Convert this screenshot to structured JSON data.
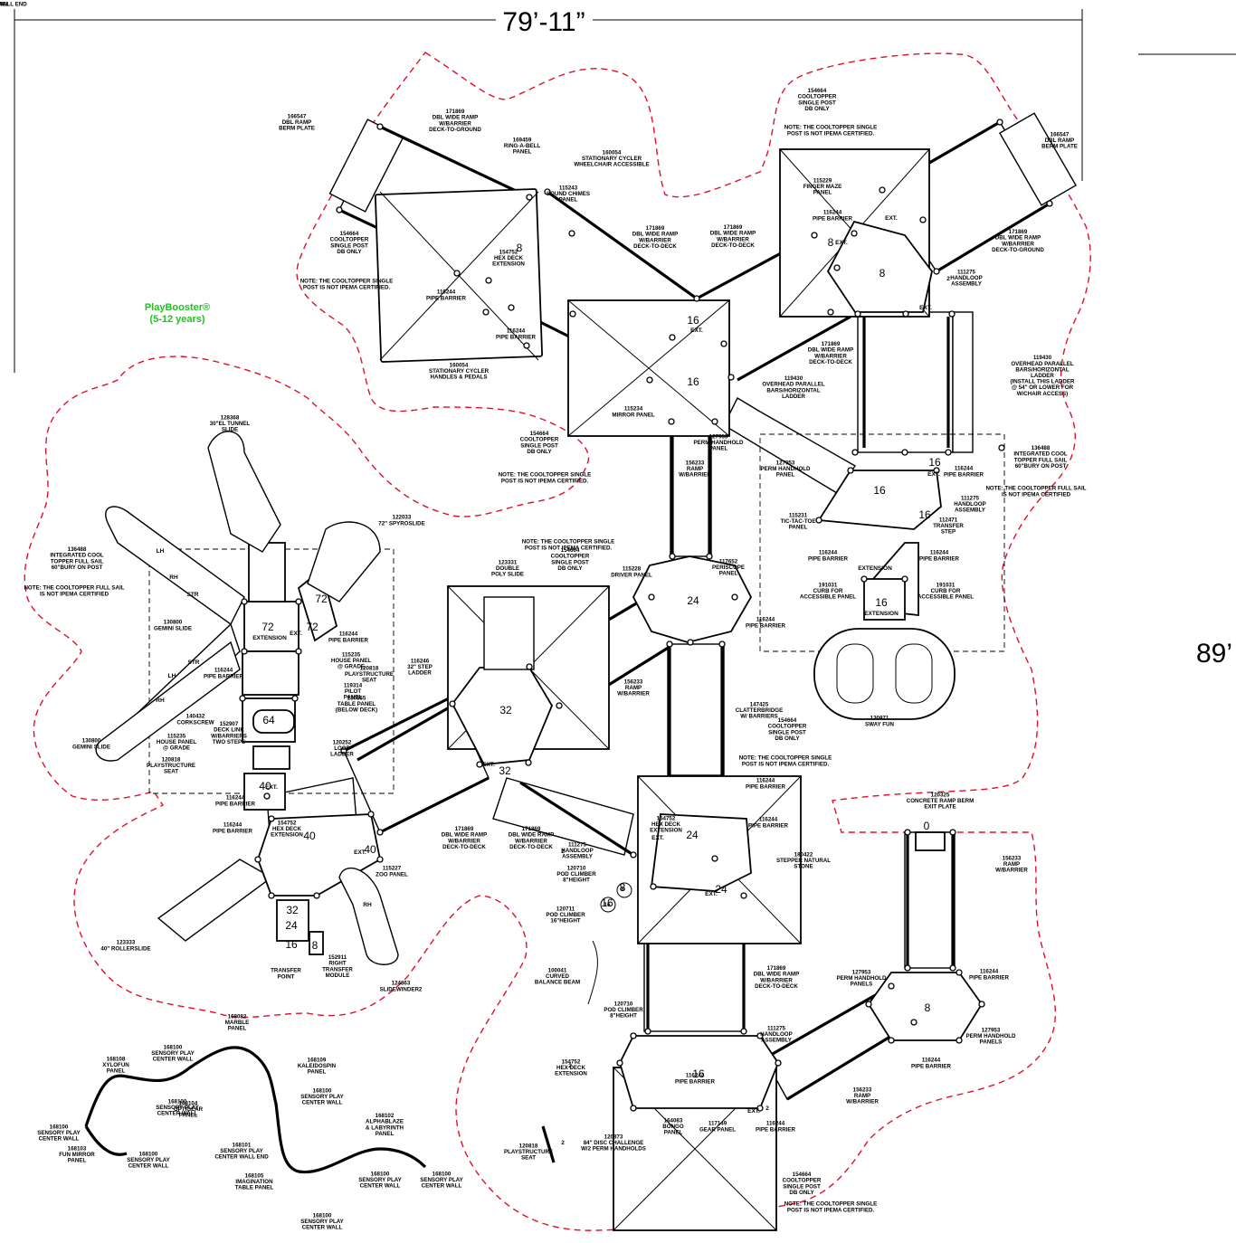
{
  "dimensions": {
    "width": "79’-11”",
    "height": "89’"
  },
  "brand": {
    "line1": "PlayBooster®",
    "line2": "(5-12 years)"
  },
  "decks": [
    {
      "height": "8"
    },
    {
      "height": "8"
    },
    {
      "height": "8"
    },
    {
      "height": "16"
    },
    {
      "height": "16"
    },
    {
      "height": "16"
    },
    {
      "height": "16"
    },
    {
      "height": "16"
    },
    {
      "height": "24"
    },
    {
      "height": "24"
    },
    {
      "height": "24"
    },
    {
      "height": "32"
    },
    {
      "height": "32"
    },
    {
      "height": "40"
    },
    {
      "height": "40"
    },
    {
      "height": "40"
    },
    {
      "height": "72"
    },
    {
      "height": "72"
    },
    {
      "height": "72"
    },
    {
      "height": "64"
    },
    {
      "height": "16"
    },
    {
      "height": "8"
    },
    {
      "height": "0"
    },
    {
      "height": "16"
    },
    {
      "height": "32"
    },
    {
      "height": "24"
    },
    {
      "height": "16"
    },
    {
      "height": "8"
    },
    {
      "height": "8"
    },
    {
      "height": "16"
    }
  ],
  "labels": [
    {
      "lines": [
        "166547",
        "DBL RAMP",
        "BERM PLATE"
      ]
    },
    {
      "lines": [
        "171869",
        "DBL WIDE RAMP",
        "W/BARRIER",
        "DECK-TO-GROUND"
      ]
    },
    {
      "lines": [
        "169459",
        "RING-A-BELL",
        "PANEL"
      ]
    },
    {
      "lines": [
        "160054",
        "STATIONARY CYCLER",
        "WHEELCHAIR ACCESSIBLE"
      ]
    },
    {
      "lines": [
        "115243",
        "SOUND CHIMES",
        "PANEL"
      ]
    },
    {
      "lines": [
        "154752",
        "HEX DECK",
        "EXTENSION"
      ]
    },
    {
      "lines": [
        "154664",
        "COOLTOPPER",
        "SINGLE POST",
        "DB ONLY"
      ]
    },
    {
      "lines": [
        "NOTE: THE COOLTOPPER SINGLE",
        "POST IS NOT IPEMA CERTIFIED."
      ]
    },
    {
      "lines": [
        "116244",
        "PIPE BARRIER"
      ]
    },
    {
      "lines": [
        "116244",
        "PIPE BARRIER"
      ]
    },
    {
      "lines": [
        "160054",
        "STATIONARY CYCLER",
        "HANDLES & PEDALS"
      ]
    },
    {
      "lines": [
        "171869",
        "DBL WIDE RAMP",
        "W/BARRIER",
        "DECK-TO-DECK"
      ]
    },
    {
      "lines": [
        "171869",
        "DBL WIDE RAMP",
        "W/BARRIER",
        "DECK-TO-DECK"
      ]
    },
    {
      "lines": [
        "154664",
        "COOLTOPPER",
        "SINGLE POST",
        "DB ONLY"
      ]
    },
    {
      "lines": [
        "NOTE: THE COOLTOPPER SINGLE",
        "POST IS NOT IPEMA CERTIFIED."
      ]
    },
    {
      "lines": [
        "115229",
        "FINGER MAZE",
        "PANEL"
      ]
    },
    {
      "lines": [
        "116244",
        "PIPE BARRIER"
      ]
    },
    {
      "lines": [
        "166547",
        "DBL RAMP",
        "BERM PLATE"
      ]
    },
    {
      "lines": [
        "171869",
        "DBL WIDE RAMP",
        "W/BARRIER",
        "DECK-TO-GROUND"
      ]
    },
    {
      "lines": [
        "111275",
        "HANDLOOP",
        "ASSEMBLY"
      ]
    },
    {
      "lines": [
        "119430",
        "OVERHEAD PARALLEL",
        "BARS/HORIZONTAL",
        "LADDER",
        "(INSTALL THIS LADDER",
        "@ 54\" OR LOWER FOR",
        "W/CHAIR ACCESS)"
      ]
    },
    {
      "lines": [
        "171869",
        "DBL WIDE RAMP",
        "W/BARRIER",
        "DECK-TO-DECK"
      ]
    },
    {
      "lines": [
        "119430",
        "OVERHEAD PARALLEL",
        "BARS/HORIZONTAL",
        "LADDER"
      ]
    },
    {
      "lines": [
        "115234",
        "MIRROR PANEL"
      ]
    },
    {
      "lines": [
        "154664",
        "COOLTOPPER",
        "SINGLE POST",
        "DB ONLY"
      ]
    },
    {
      "lines": [
        "NOTE: THE COOLTOPPER SINGLE",
        "POST IS NOT IPEMA CERTIFIED."
      ]
    },
    {
      "lines": [
        "127953",
        "PERM HANDHOLD",
        "PANEL"
      ]
    },
    {
      "lines": [
        "127953",
        "PERM HANDHOLD",
        "PANEL"
      ]
    },
    {
      "lines": [
        "156233",
        "RAMP",
        "W/BARRIER"
      ]
    },
    {
      "lines": [
        "136488",
        "INTEGRATED COOL",
        "TOPPER FULL SAIL",
        "60\"BURY ON POST"
      ]
    },
    {
      "lines": [
        "NOTE: THE COOLTOPPER FULL SAIL",
        "IS NOT IPEMA CERTIFIED"
      ]
    },
    {
      "lines": [
        "116244",
        "PIPE BARRIER"
      ]
    },
    {
      "lines": [
        "111275",
        "HANDLOOP",
        "ASSEMBLY"
      ]
    },
    {
      "lines": [
        "115231",
        "TIC-TAC-TOE",
        "PANEL"
      ]
    },
    {
      "lines": [
        "112471",
        "TRANSFER",
        "STEP"
      ]
    },
    {
      "lines": [
        "116244",
        "PIPE BARRIER"
      ]
    },
    {
      "lines": [
        "116244",
        "PIPE BARRIER"
      ]
    },
    {
      "lines": [
        "191031",
        "CURB FOR",
        "ACCESSIBLE PANEL"
      ]
    },
    {
      "lines": [
        "191031",
        "CURB FOR",
        "ACCESSIBLE PANEL"
      ]
    },
    {
      "lines": [
        "130971",
        "SWAY FUN"
      ]
    },
    {
      "lines": [
        "128368",
        "30\"EL TUNNEL",
        "SLIDE"
      ]
    },
    {
      "lines": [
        "122033",
        "72\" SPYROSLIDE"
      ]
    },
    {
      "lines": [
        "136488",
        "INTEGRATED COOL",
        "TOPPER FULL SAIL",
        "60\"BURY ON POST"
      ]
    },
    {
      "lines": [
        "NOTE: THE COOLTOPPER FULL SAIL",
        "IS NOT IPEMA CERTIFIED"
      ]
    },
    {
      "lines": [
        "130800",
        "GEMINI SLIDE"
      ]
    },
    {
      "lines": [
        "NOTE: THE COOLTOPPER SINGLE",
        "POST IS NOT IPEMA CERTIFIED."
      ]
    },
    {
      "lines": [
        "154664",
        "COOLTOPPER",
        "SINGLE POST",
        "DB ONLY"
      ]
    },
    {
      "lines": [
        "115228",
        "DRIVER PANEL"
      ]
    },
    {
      "lines": [
        "123331",
        "DOUBLE",
        "POLY SLIDE"
      ]
    },
    {
      "lines": [
        "117652",
        "PERISCOPE",
        "PANEL"
      ]
    },
    {
      "lines": [
        "116244",
        "PIPE BARRIER"
      ]
    },
    {
      "lines": [
        "116244",
        "PIPE BARRIER"
      ]
    },
    {
      "lines": [
        "116244",
        "PIPE BARRIER"
      ]
    },
    {
      "lines": [
        "115235",
        "HOUSE PANEL",
        "@ GRADE"
      ]
    },
    {
      "lines": [
        "120818",
        "PLAYSTRUCTURE",
        "SEAT"
      ]
    },
    {
      "lines": [
        "119314",
        "PILOT",
        "PANEL"
      ]
    },
    {
      "lines": [
        "130565",
        "TABLE PANEL",
        "(BELOW DECK)"
      ]
    },
    {
      "lines": [
        "116246",
        "32\" STEP",
        "LADDER"
      ]
    },
    {
      "lines": [
        "156233",
        "RAMP",
        "W/BARRIER"
      ]
    },
    {
      "lines": [
        "140432",
        "CORKSCREW"
      ]
    },
    {
      "lines": [
        "115235",
        "HOUSE PANEL",
        "@ GRADE"
      ]
    },
    {
      "lines": [
        "120818",
        "PLAYSTRUCTURE",
        "SEAT"
      ]
    },
    {
      "lines": [
        "152907",
        "DECK LINK",
        "W/BARRIERS",
        "TWO STEPS"
      ]
    },
    {
      "lines": [
        "120252",
        "LOOP",
        "LADDER"
      ]
    },
    {
      "lines": [
        "147425",
        "CLATTERBRIDGE",
        "W/ BARRIERS"
      ]
    },
    {
      "lines": [
        "154664",
        "COOLTOPPER",
        "SINGLE POST",
        "DB ONLY"
      ]
    },
    {
      "lines": [
        "NOTE: THE COOLTOPPER SINGLE",
        "POST IS NOT IPEMA CERTIFIED."
      ]
    },
    {
      "lines": [
        "130800",
        "GEMINI SLIDE"
      ]
    },
    {
      "lines": [
        "116244",
        "PIPE BARRIER"
      ]
    },
    {
      "lines": [
        "116244",
        "PIPE BARRIER"
      ]
    },
    {
      "lines": [
        "154752",
        "HEX DECK",
        "EXTENSION"
      ]
    },
    {
      "lines": [
        "115227",
        "ZOO PANEL"
      ]
    },
    {
      "lines": [
        "171869",
        "DBL WIDE RAMP",
        "W/BARRIER",
        "DECK-TO-DECK"
      ]
    },
    {
      "lines": [
        "171869",
        "DBL WIDE RAMP",
        "W/BARRIER",
        "DECK-TO-DECK"
      ]
    },
    {
      "lines": [
        "111275",
        "HANDLOOP",
        "ASSEMBLY"
      ]
    },
    {
      "lines": [
        "120710",
        "POD CLIMBER",
        "8\"HEIGHT"
      ]
    },
    {
      "lines": [
        "154752",
        "HEX DECK",
        "EXTENSION"
      ]
    },
    {
      "lines": [
        "116244",
        "PIPE BARRIER"
      ]
    },
    {
      "lines": [
        "116244",
        "PIPE BARRIER"
      ]
    },
    {
      "lines": [
        "180422",
        "STEPPER NATURAL",
        "STONE"
      ]
    },
    {
      "lines": [
        "120325",
        "CONCRETE RAMP BERM",
        "EXIT PLATE"
      ]
    },
    {
      "lines": [
        "156233",
        "RAMP",
        "W/BARRIER"
      ]
    },
    {
      "lines": [
        "120711",
        "POD CLIMBER",
        "16\"HEIGHT"
      ]
    },
    {
      "lines": [
        "123333",
        "40\" ROLLERSLIDE"
      ]
    },
    {
      "lines": [
        "152911",
        "RIGHT",
        "TRANSFER",
        "MODULE"
      ]
    },
    {
      "lines": [
        "TRANSFER",
        "POINT"
      ]
    },
    {
      "lines": [
        "124863",
        "SLIDEWINDER2"
      ]
    },
    {
      "lines": [
        "100041",
        "CURVED",
        "BALANCE BEAM"
      ]
    },
    {
      "lines": [
        "120710",
        "POD CLIMBER",
        "8\"HEIGHT"
      ]
    },
    {
      "lines": [
        "171869",
        "DBL WIDE RAMP",
        "W/BARRIER",
        "DECK-TO-DECK"
      ]
    },
    {
      "lines": [
        "127953",
        "PERM HANDHOLD",
        "PANELS"
      ]
    },
    {
      "lines": [
        "116244",
        "PIPE BARRIER"
      ]
    },
    {
      "lines": [
        "127953",
        "PERM HANDHOLD",
        "PANELS"
      ]
    },
    {
      "lines": [
        "116244",
        "PIPE BARRIER"
      ]
    },
    {
      "lines": [
        "111275",
        "HANDLOOP",
        "ASSEMBLY"
      ]
    },
    {
      "lines": [
        "154752",
        "HEX DECK",
        "EXTENSION"
      ]
    },
    {
      "lines": [
        "116244",
        "PIPE BARRIER"
      ]
    },
    {
      "lines": [
        "156233",
        "RAMP",
        "W/BARRIER"
      ]
    },
    {
      "lines": [
        "116244",
        "PIPE BARRIER"
      ]
    },
    {
      "lines": [
        "120818",
        "PLAYSTRUCTURE",
        "SEAT"
      ]
    },
    {
      "lines": [
        "120873",
        "84\" DISC CHALLENGE",
        "W/2 PERM HANDHOLDS"
      ]
    },
    {
      "lines": [
        "164083",
        "BONGO",
        "PANEL"
      ]
    },
    {
      "lines": [
        "117149",
        "GEAR PANEL"
      ]
    },
    {
      "lines": [
        "154664",
        "COOLTOPPER",
        "SINGLE POST",
        "DB ONLY"
      ]
    },
    {
      "lines": [
        "NOTE: THE COOLTOPPER SINGLE",
        "POST IS NOT IPEMA CERTIFIED."
      ]
    },
    {
      "lines": [
        "168108",
        "XYLOFUN",
        "PANEL"
      ]
    },
    {
      "lines": [
        "168100",
        "SENSORY PLAY",
        "CENTER WALL"
      ]
    },
    {
      "lines": [
        "168082",
        "MARBLE",
        "PANEL"
      ]
    },
    {
      "lines": [
        "168109",
        "KALEIDOSPIN",
        "PANEL"
      ]
    },
    {
      "lines": [
        "168100",
        "SENSORY PLAY",
        "CENTER WALL"
      ]
    },
    {
      "lines": [
        "168100",
        "SENSORY PLAY",
        "CENTER WALL"
      ]
    },
    {
      "lines": [
        "168104",
        "OPTIGEAR",
        "PANEL"
      ]
    },
    {
      "lines": [
        "168100",
        "SENSORY PLAY",
        "CENTER WALL"
      ]
    },
    {
      "lines": [
        "168103",
        "FUN MIRROR",
        "PANEL"
      ]
    },
    {
      "lines": [
        "168100",
        "SENSORY PLAY",
        "CENTER WALL"
      ]
    },
    {
      "lines": [
        "168101",
        "SENSORY PLAY",
        "CENTER WALL END"
      ]
    },
    {
      "lines": [
        "168102",
        "ALPHABLAZE",
        "& LABYRINTH",
        "PANEL"
      ]
    },
    {
      "lines": [
        "168105",
        "IMAGINATION",
        "TABLE PANEL"
      ]
    },
    {
      "lines": [
        "168100",
        "SENSORY PLAY",
        "CENTER WALL"
      ]
    },
    {
      "lines": [
        "168100",
        "SENSORY PLAY",
        "CENTER WALL"
      ]
    },
    {
      "lines": [
        "168100",
        "SENSORY PLAY",
        "CENTER WALL"
      ]
    },
    {
      "lines": [
        "168101",
        "SENSORY PLAY",
        "CENTER WALL END"
      ]
    },
    {
      "lines": [
        "168107",
        "BONGO",
        "PANEL"
      ]
    }
  ],
  "markers": [
    {
      "text": "EXT."
    },
    {
      "text": "EXT."
    },
    {
      "text": "EXT."
    },
    {
      "text": "EXT."
    },
    {
      "text": "EXT."
    },
    {
      "text": "EXT."
    },
    {
      "text": "EXT."
    },
    {
      "text": "EXT."
    },
    {
      "text": "EXT."
    },
    {
      "text": "EXT."
    },
    {
      "text": "EXT."
    },
    {
      "text": "EXT."
    },
    {
      "text": "EXTENSION"
    },
    {
      "text": "EXTENSION"
    },
    {
      "text": "EXTENSION"
    },
    {
      "text": "LH"
    },
    {
      "text": "RH"
    },
    {
      "text": "STR"
    },
    {
      "text": "STR"
    },
    {
      "text": "LH"
    },
    {
      "text": "RH"
    },
    {
      "text": "RH"
    },
    {
      "text": "2"
    },
    {
      "text": "2"
    },
    {
      "text": "2"
    },
    {
      "text": "2"
    },
    {
      "text": "2"
    },
    {
      "text": "8"
    },
    {
      "text": "16"
    }
  ]
}
